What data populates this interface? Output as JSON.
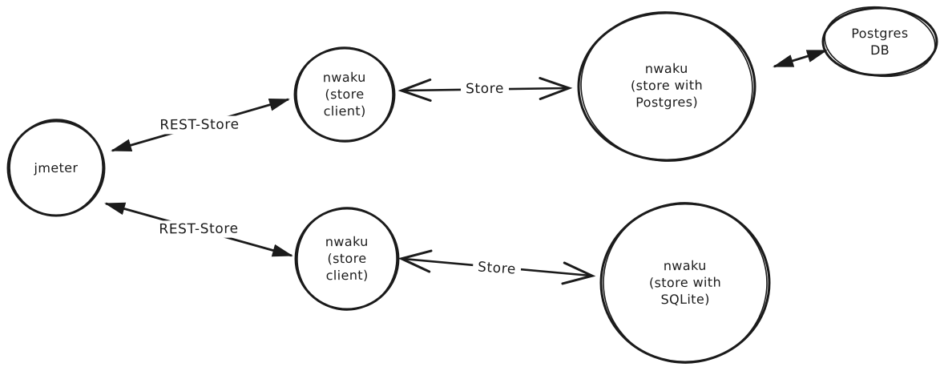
{
  "canvas": {
    "background_color": "#ffffff",
    "stroke_color": "#1b1b1b",
    "style": "hand-drawn whiteboard sketch"
  },
  "nodes": [
    {
      "id": "jmeter",
      "label": "jmeter",
      "lines": [
        "jmeter"
      ]
    },
    {
      "id": "nwaku-store-client-top",
      "label": "nwaku (store client)",
      "lines": [
        "nwaku",
        "(store",
        "client)"
      ]
    },
    {
      "id": "nwaku-store-postgres",
      "label": "nwaku (store with Postgres)",
      "lines": [
        "nwaku",
        "(store with",
        "Postgres)"
      ]
    },
    {
      "id": "postgres-db",
      "label": "Postgres DB",
      "lines": [
        "Postgres",
        "DB"
      ]
    },
    {
      "id": "nwaku-store-client-bottom",
      "label": "nwaku (store client)",
      "lines": [
        "nwaku",
        "(store",
        "client)"
      ]
    },
    {
      "id": "nwaku-store-sqlite",
      "label": "nwaku (store with SQLite)",
      "lines": [
        "nwaku",
        "(store with",
        "SQLite)"
      ]
    }
  ],
  "edges": [
    {
      "id": "rest-store-top",
      "label": "REST-Store",
      "from": "jmeter",
      "to": "nwaku-store-client-top",
      "arrowheads": "solid-both-ends"
    },
    {
      "id": "store-top",
      "label": "Store",
      "from": "nwaku-store-client-top",
      "to": "nwaku-store-postgres",
      "arrowheads": "open-both-ends"
    },
    {
      "id": "nwaku-postgres-link",
      "from": "nwaku-store-postgres",
      "to": "postgres-db",
      "arrowheads": "solid-both-ends"
    },
    {
      "id": "rest-store-bottom",
      "label": "REST-Store",
      "from": "jmeter",
      "to": "nwaku-store-client-bottom",
      "arrowheads": "solid-both-ends"
    },
    {
      "id": "store-bottom",
      "label": "Store",
      "from": "nwaku-store-client-bottom",
      "to": "nwaku-store-sqlite",
      "arrowheads": "open-both-ends"
    }
  ]
}
